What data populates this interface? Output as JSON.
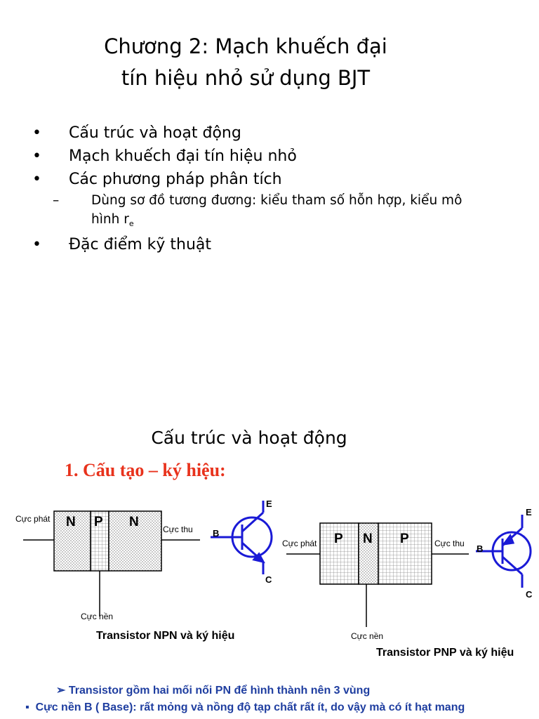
{
  "slide1": {
    "title_line1": "Chương 2: Mạch khuếch đại",
    "title_line2": "tín hiệu nhỏ sử dụng BJT",
    "bullets": [
      "Cấu trúc và hoạt động",
      "Mạch khuếch đại tín hiệu nhỏ",
      "Các phương pháp phân tích"
    ],
    "sub_bullet_line1": "Dùng sơ đồ tương đương: kiểu tham số hỗn hợp, kiểu mô",
    "sub_bullet_line2": "hình r",
    "sub_bullet_subscript": "e",
    "bullet_last": "Đặc điểm kỹ thuật",
    "bullet_symbol": "•",
    "dash_symbol": "–"
  },
  "slide2": {
    "title": "Cấu trúc và hoạt động",
    "heading": "1. Cấu tạo – ký hiệu:",
    "heading_color": "#e8321c",
    "npn": {
      "regions": [
        "N",
        "P",
        "N"
      ],
      "emitter_label": "Cực phát",
      "collector_label": "Cực thu",
      "base_label": "Cực nền",
      "caption": "Transistor NPN và ký hiệu",
      "terminals": {
        "b": "B",
        "e": "E",
        "c": "C"
      }
    },
    "pnp": {
      "regions": [
        "P",
        "N",
        "P"
      ],
      "emitter_label": "Cực phát",
      "collector_label": "Cực thu",
      "base_label": "Cực nền",
      "caption": "Transistor PNP và ký hiệu",
      "terminals": {
        "b": "B",
        "e": "E",
        "c": "C"
      }
    },
    "symbol_color": "#1a1ad6",
    "note_text_1": "Transistor gồm hai mối nối PN để hình thành nên 3 vùng",
    "note_arrow": "➢",
    "note_text_2": "Cực nền B ( Base): rất mỏng và nồng độ tạp chất rất ít, do vậy mà có ít hạt mang",
    "note_bullet": "▪",
    "note_color": "#1f3ea0"
  }
}
